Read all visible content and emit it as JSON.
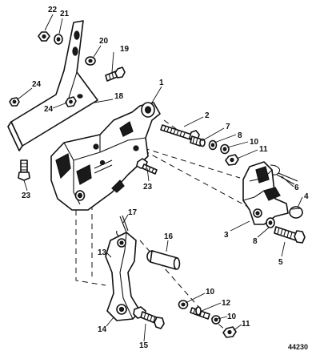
{
  "diagram": {
    "figure_number": "44230",
    "callouts": {
      "c1": "1",
      "c2": "2",
      "c3": "3",
      "c4": "4",
      "c5": "5",
      "c6": "6",
      "c7": "7",
      "c8a": "8",
      "c8b": "8",
      "c10a": "10",
      "c10b": "10",
      "c10c": "10",
      "c11a": "11",
      "c11b": "11",
      "c12": "12",
      "c13": "13",
      "c14": "14",
      "c15": "15",
      "c16": "16",
      "c17": "17",
      "c18": "18",
      "c19": "19",
      "c20": "20",
      "c21": "21",
      "c22": "22",
      "c23a": "23",
      "c23b": "23",
      "c24a": "24",
      "c24b": "24"
    }
  }
}
